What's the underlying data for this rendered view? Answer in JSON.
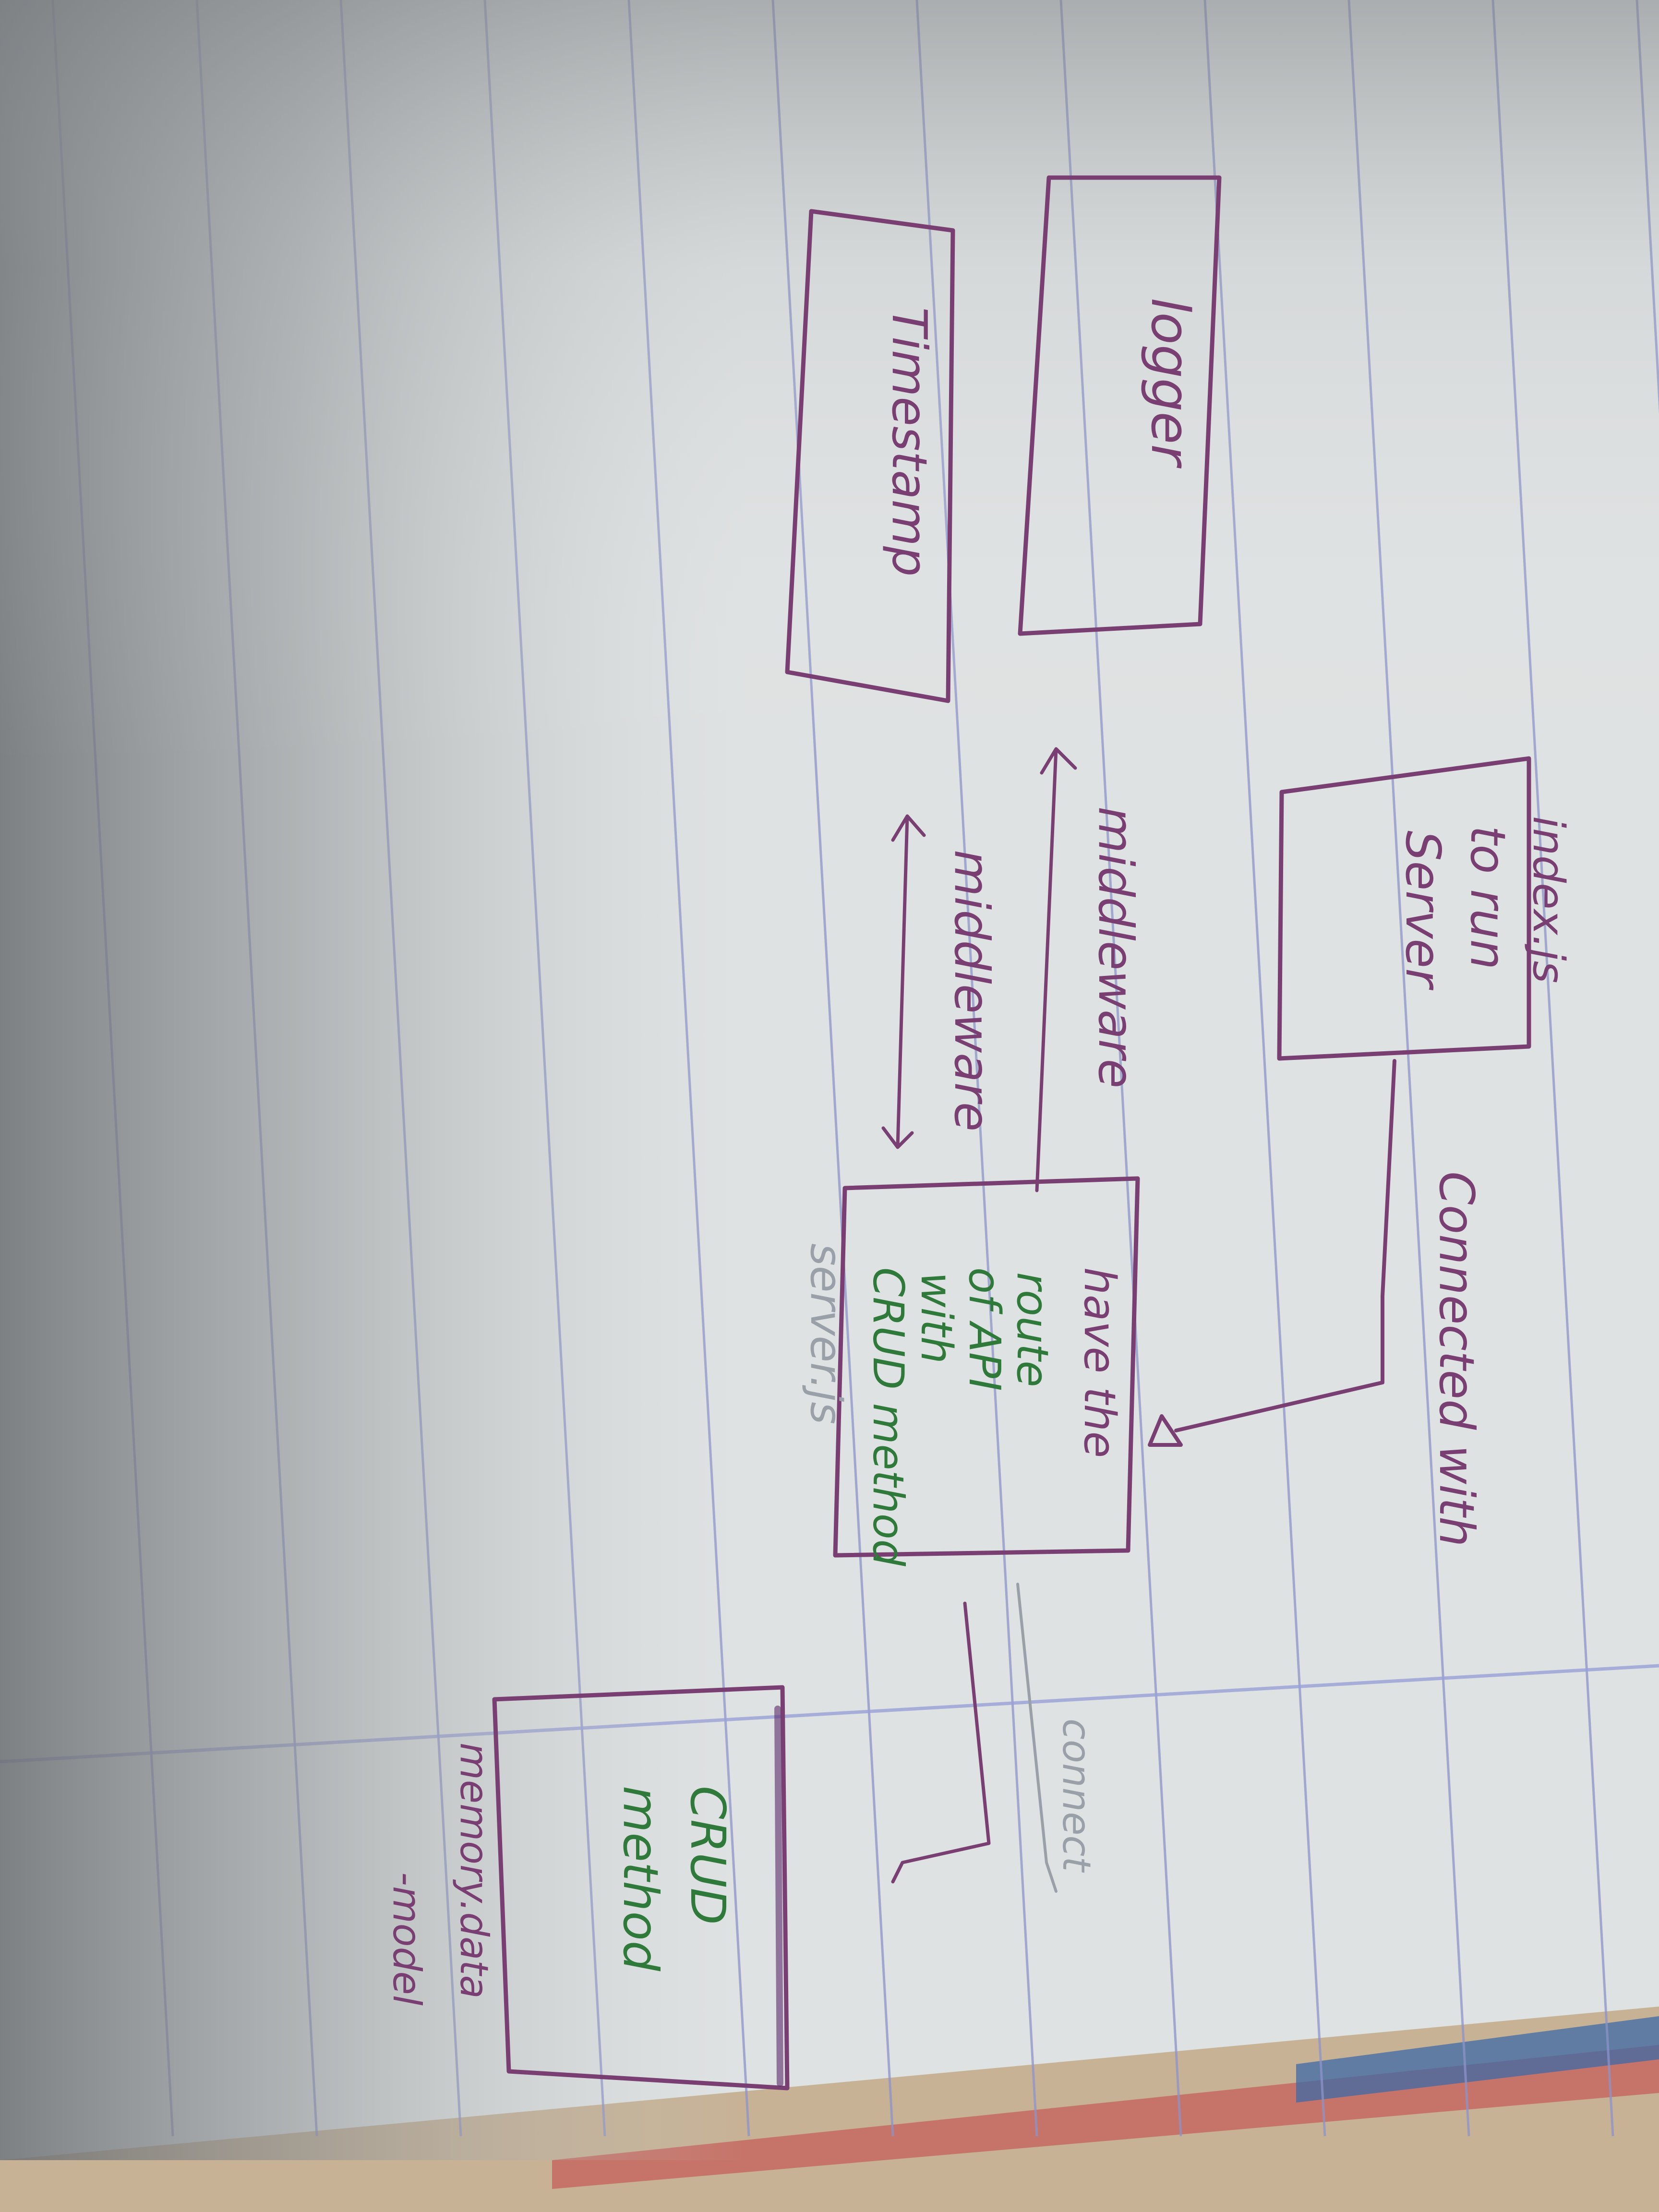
{
  "colors": {
    "paper": "#dfe2e2",
    "paper_shadow": "#9fa3a6",
    "rule_line": "#8d93c9",
    "margin_line": "#9aa1d8",
    "purple_ink": "#7a3f72",
    "green_ink": "#2f7a3a",
    "grey_ink": "#9aa0a8"
  },
  "diagram": {
    "index_file": "index.js",
    "server_box": {
      "line1": "to run",
      "line2": "Server",
      "id_icon": "rectangle-node"
    },
    "connected_label": "Connected with",
    "routes_box": {
      "line1": "have the",
      "line2": "route",
      "line3": "of API",
      "line4": "with",
      "line5": "CRUD method"
    },
    "server_file": "server.js",
    "middleware_top": "middleware",
    "middleware_bottom": "middleware",
    "logger_box": "logger",
    "timestamp_box": "Timestamp",
    "connect_label": "connect",
    "crud_box": {
      "line1": "CRUD",
      "line2": "method"
    },
    "memory_file": "memory.data",
    "model_label": "-model"
  }
}
